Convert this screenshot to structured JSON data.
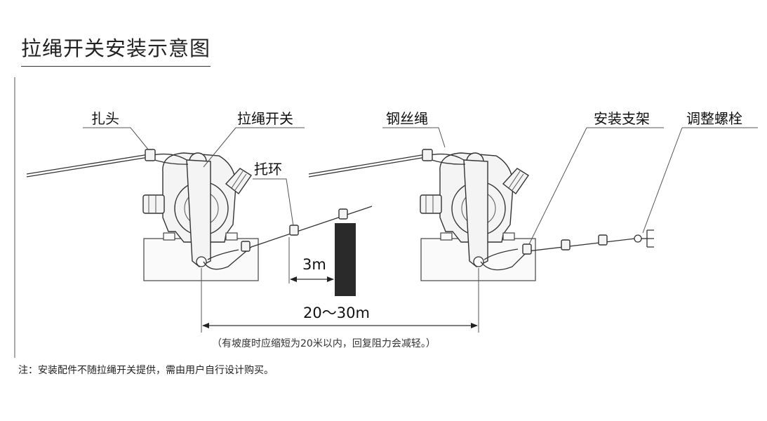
{
  "title": "拉绳开关安装示意图",
  "labels": {
    "cable_clamp": "扎头",
    "pull_switch_left": "拉绳开关",
    "support_ring": "托环",
    "steel_rope": "钢丝绳",
    "mount_bracket": "安装支架",
    "adjust_bolt": "调整螺栓"
  },
  "dimensions": {
    "ring_spacing": "3m",
    "switch_spacing": "20～30m",
    "slope_note": "（有坡度时应缩短为20米以内，回复阻力会减轻。）"
  },
  "footnote": "注：安装配件不随拉绳开关提供，需由用户自行设计购买。"
}
